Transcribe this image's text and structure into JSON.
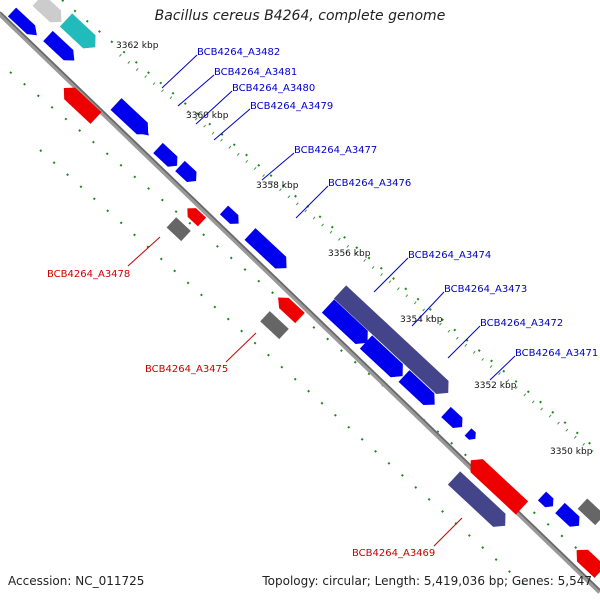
{
  "title": "Bacillus cereus B4264, complete genome",
  "accession": "Accession: NC_011725",
  "topology": "Topology: circular; Length: 5,419,036 bp; Genes: 5,547",
  "colors": {
    "forward_gene": "#0000ee",
    "reverse_gene": "#ee0000",
    "purple_gene": "#44448a",
    "teal_gene": "#22bbbb",
    "gray_gene": "#666666",
    "backbone": "#888888",
    "tick": "#1a8a1a",
    "forward_label": "#0000cc",
    "reverse_label": "#cc0000"
  },
  "kbp_labels": [
    "3362 kbp",
    "3360 kbp",
    "3358 kbp",
    "3356 kbp",
    "3354 kbp",
    "3352 kbp",
    "3350 kbp"
  ],
  "forward_genes": [
    "BCB4264_A3482",
    "BCB4264_A3481",
    "BCB4264_A3480",
    "BCB4264_A3479",
    "BCB4264_A3477",
    "BCB4264_A3476",
    "BCB4264_A3474",
    "BCB4264_A3473",
    "BCB4264_A3472",
    "BCB4264_A3471"
  ],
  "reverse_genes": [
    "BCB4264_A3478",
    "BCB4264_A3475",
    "BCB4264_A3469"
  ]
}
